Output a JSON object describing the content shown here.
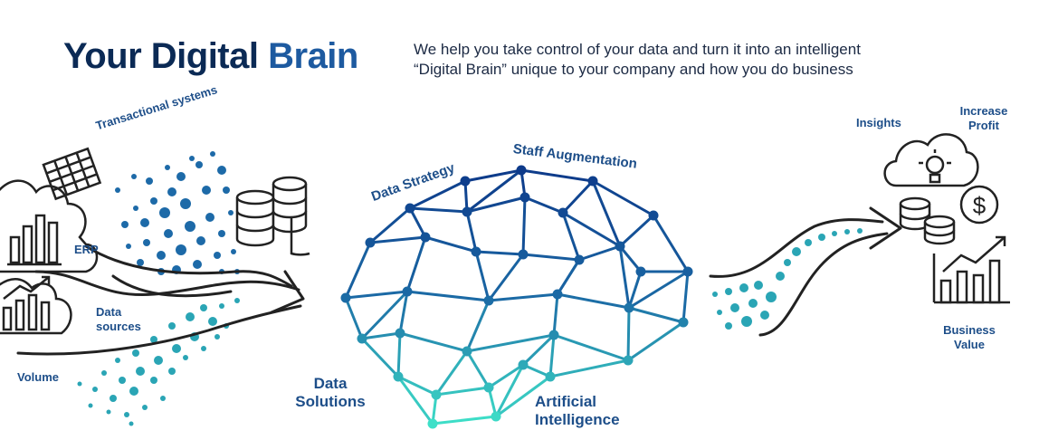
{
  "header": {
    "title_part1": "Your Digital ",
    "title_part2": "Brain",
    "subtitle_line1": "We help you take control of your data and turn it into an intelligent",
    "subtitle_line2": "“Digital Brain” unique to your company and how you do business"
  },
  "left_labels": {
    "transactional": "Transactional systems",
    "erp": "ERP",
    "data_sources_line1": "Data",
    "data_sources_line2": "sources",
    "volume": "Volume"
  },
  "brain_labels": {
    "data_strategy": "Data Strategy",
    "staff_augmentation": "Staff Augmentation",
    "data_solutions_line1": "Data",
    "data_solutions_line2": "Solutions",
    "ai_line1": "Artificial",
    "ai_line2": "Intelligence"
  },
  "right_labels": {
    "insights": "Insights",
    "increase_profit_line1": "Increase",
    "increase_profit_line2": "Profit",
    "business_value_line1": "Business",
    "business_value_line2": "Value",
    "dollar_symbol": "$"
  },
  "colors": {
    "navy": "#0b2a55",
    "blue": "#1d4e89",
    "brain_top": "#0d3a8a",
    "brain_bottom": "#3ee0c8"
  }
}
